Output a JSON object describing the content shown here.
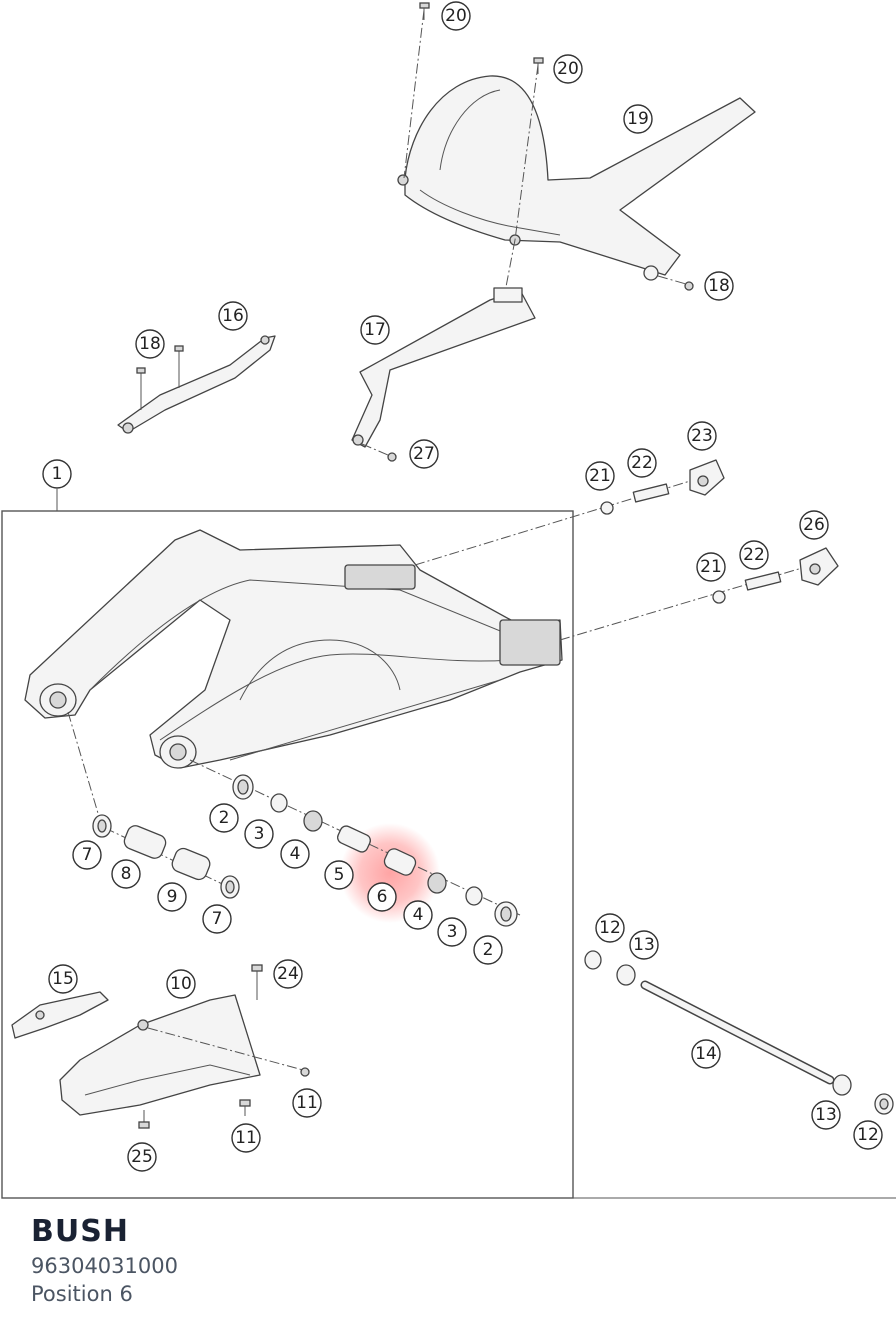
{
  "diagram": {
    "highlight_color": "#ff5a5a",
    "callouts": [
      {
        "label": "20"
      },
      {
        "label": "20"
      },
      {
        "label": "19"
      },
      {
        "label": "18"
      },
      {
        "label": "16"
      },
      {
        "label": "18"
      },
      {
        "label": "17"
      },
      {
        "label": "27"
      },
      {
        "label": "1"
      },
      {
        "label": "21"
      },
      {
        "label": "22"
      },
      {
        "label": "23"
      },
      {
        "label": "26"
      },
      {
        "label": "21"
      },
      {
        "label": "22"
      },
      {
        "label": "2"
      },
      {
        "label": "3"
      },
      {
        "label": "4"
      },
      {
        "label": "5"
      },
      {
        "label": "6"
      },
      {
        "label": "4"
      },
      {
        "label": "3"
      },
      {
        "label": "2"
      },
      {
        "label": "7"
      },
      {
        "label": "8"
      },
      {
        "label": "9"
      },
      {
        "label": "7"
      },
      {
        "label": "15"
      },
      {
        "label": "10"
      },
      {
        "label": "24"
      },
      {
        "label": "11"
      },
      {
        "label": "11"
      },
      {
        "label": "25"
      },
      {
        "label": "12"
      },
      {
        "label": "13"
      },
      {
        "label": "14"
      },
      {
        "label": "13"
      },
      {
        "label": "12"
      }
    ]
  },
  "part_info": {
    "name": "BUSH",
    "number": "96304031000",
    "position": "Position 6"
  }
}
